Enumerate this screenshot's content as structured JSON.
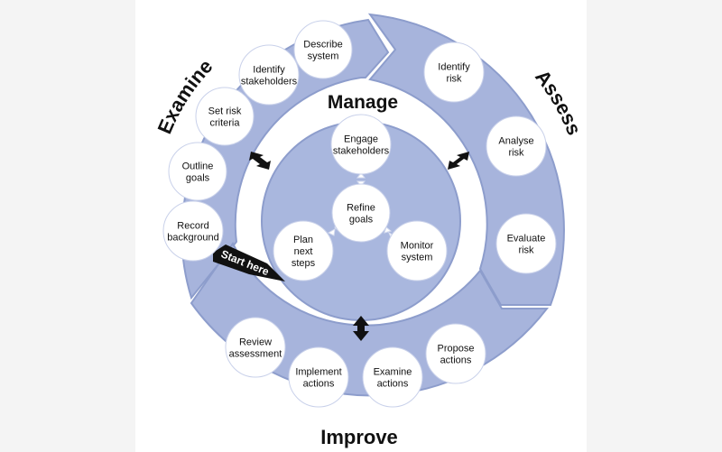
{
  "colors": {
    "ring": "#a7b4dc",
    "ring_stroke": "#8d9dcc",
    "inner": "#a9b7de",
    "node_fill": "#ffffff",
    "text": "#111111",
    "arrow": "#111111"
  },
  "sections": {
    "examine": "Examine",
    "assess": "Assess",
    "improve": "Improve",
    "manage": "Manage"
  },
  "start_label": "Start here",
  "nodes": {
    "describe_system": [
      "Describe",
      "system"
    ],
    "identify_stakeholders": [
      "Identify",
      "stakeholders"
    ],
    "set_risk_criteria": [
      "Set risk",
      "criteria"
    ],
    "outline_goals": [
      "Outline",
      "goals"
    ],
    "record_background": [
      "Record",
      "background"
    ],
    "identify_risk": [
      "Identify",
      "risk"
    ],
    "analyse_risk": [
      "Analyse",
      "risk"
    ],
    "evaluate_risk": [
      "Evaluate",
      "risk"
    ],
    "review_assessment": [
      "Review",
      "assessment"
    ],
    "implement_actions": [
      "Implement",
      "actions"
    ],
    "examine_actions": [
      "Examine",
      "actions"
    ],
    "propose_actions": [
      "Propose",
      "actions"
    ],
    "engage_stakeholders": [
      "Engage",
      "stakeholders"
    ],
    "refine_goals": [
      "Refine",
      "goals"
    ],
    "plan_next_steps": [
      "Plan",
      "next",
      "steps"
    ],
    "monitor_system": [
      "Monitor",
      "system"
    ]
  }
}
